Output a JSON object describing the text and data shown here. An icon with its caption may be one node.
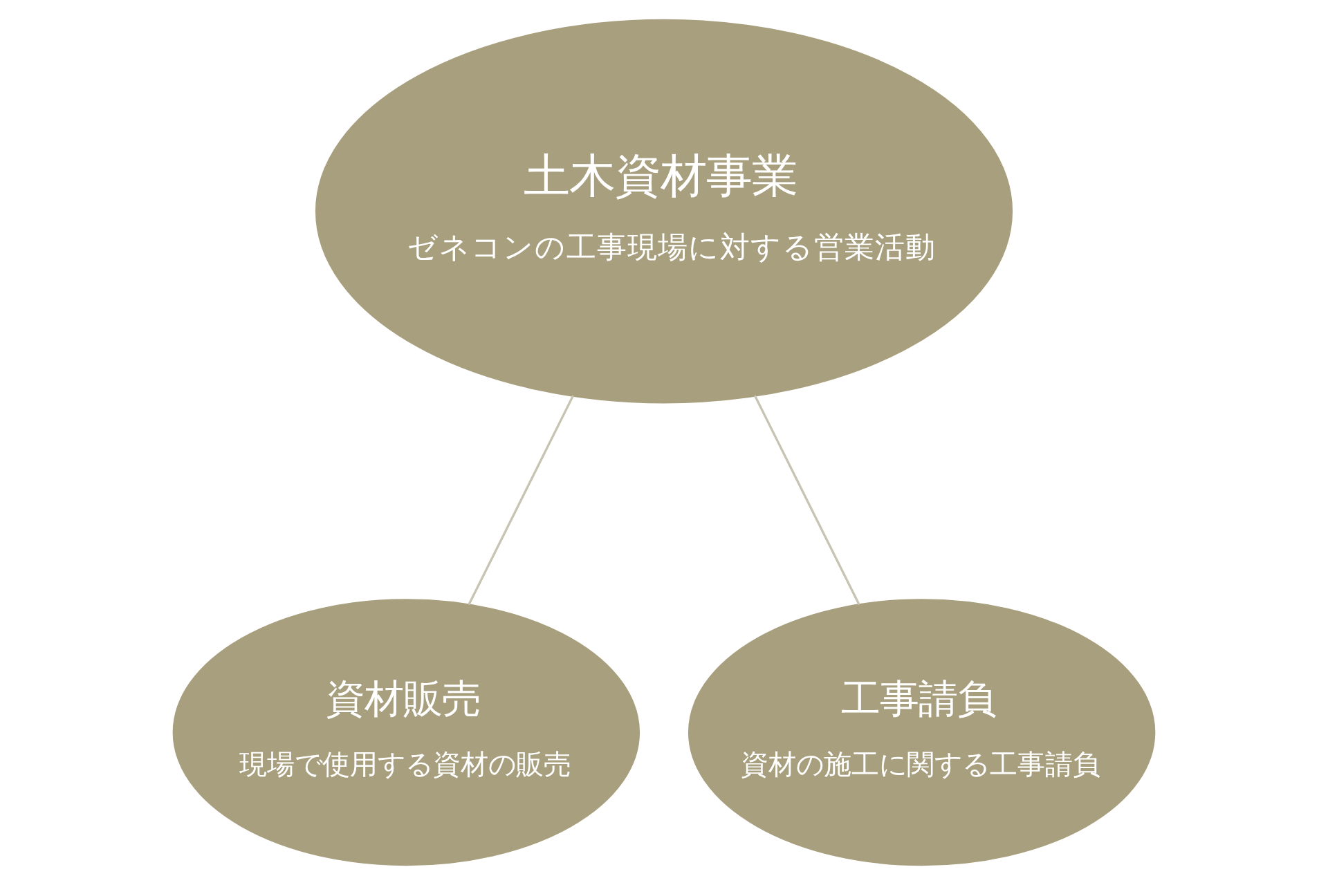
{
  "diagram": {
    "nodes": [
      {
        "text": [
          "土木資材事業",
          "ゼネコンの工事現場に対する営業活動"
        ]
      },
      {
        "text": [
          "資材販売",
          "現場で使用する資材の販売"
        ]
      },
      {
        "text": [
          "工事請負",
          "資材の施工に関する工事請負"
        ]
      }
    ],
    "edges": [
      {
        "from": 0,
        "to": 1,
        "arrow": "none"
      },
      {
        "from": 0,
        "to": 2,
        "arrow": "none"
      }
    ]
  }
}
